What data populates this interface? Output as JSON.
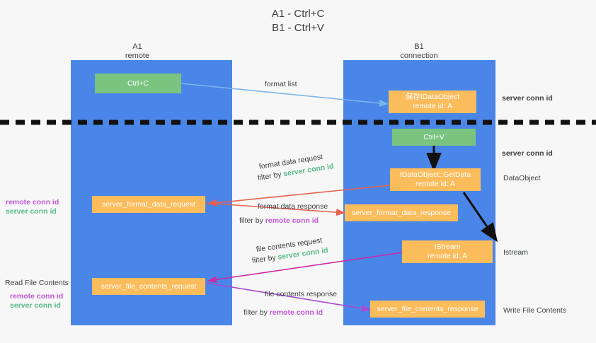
{
  "title": {
    "line1": "A1 - Ctrl+C",
    "line2": "B1 - Ctrl+V"
  },
  "columns": [
    {
      "name": "A1",
      "sub": "remote"
    },
    {
      "name": "B1",
      "sub": "connection"
    }
  ],
  "boxes": {
    "ctrl_c": {
      "line1": "Ctrl+C"
    },
    "save_idataobject": {
      "line1": "保存IDataObject",
      "line2": "remote id: A"
    },
    "ctrl_v": {
      "line1": "Ctrl+V"
    },
    "getdata": {
      "line1": "IDataObject::GetData",
      "line2": "remote id: A"
    },
    "server_format_data_request": {
      "line1": "server_format_data_request"
    },
    "server_format_data_response": {
      "line1": "server_format_data_response"
    },
    "istream": {
      "line1": "IStream",
      "line2": "remote id: A"
    },
    "server_file_contents_request": {
      "line1": "server_file_contents_request"
    },
    "server_file_contents_response": {
      "line1": "server_file_contents_response"
    }
  },
  "edges": {
    "format_list": "format list",
    "format_data_request": "format data request",
    "format_data_request_filter_prefix": "filter by ",
    "format_data_request_filter_value": "server conn id",
    "format_data_response": "format data response",
    "format_data_response_filter_prefix": "filter by ",
    "format_data_response_filter_value": "remote conn id",
    "file_contents_request": "file contents request",
    "file_contents_request_filter_prefix": "filter by ",
    "file_contents_request_filter_value": "server conn id",
    "file_contents_response": "file contents response",
    "file_contents_response_filter_prefix": "filter by ",
    "file_contents_response_filter_value": "remote conn id"
  },
  "right_notes": {
    "server_conn_id_top": "server conn id",
    "server_conn_id_mid": "server conn id",
    "dataobject": "DataObject",
    "istream": "Istream",
    "write_file_contents": "Write File Contents"
  },
  "left_notes": {
    "remote_conn_id_1": "remote conn id",
    "server_conn_id_1": "server conn id",
    "read_file_contents": "Read File Contents",
    "remote_conn_id_2": "remote conn id",
    "server_conn_id_2": "server conn id"
  },
  "colors": {
    "lane": "#4a86e8",
    "orange": "#fbbc5c",
    "green_box": "#7ac47f",
    "green_text": "#57bb8a",
    "purple_text": "#c356d6",
    "arrow_red": "#e8604c",
    "arrow_magenta": "#cc2aa6",
    "arrow_purple": "#a64ad0",
    "arrow_blue": "#7cb5e8",
    "arrow_black": "#000000",
    "background": "#f7f7f7"
  }
}
